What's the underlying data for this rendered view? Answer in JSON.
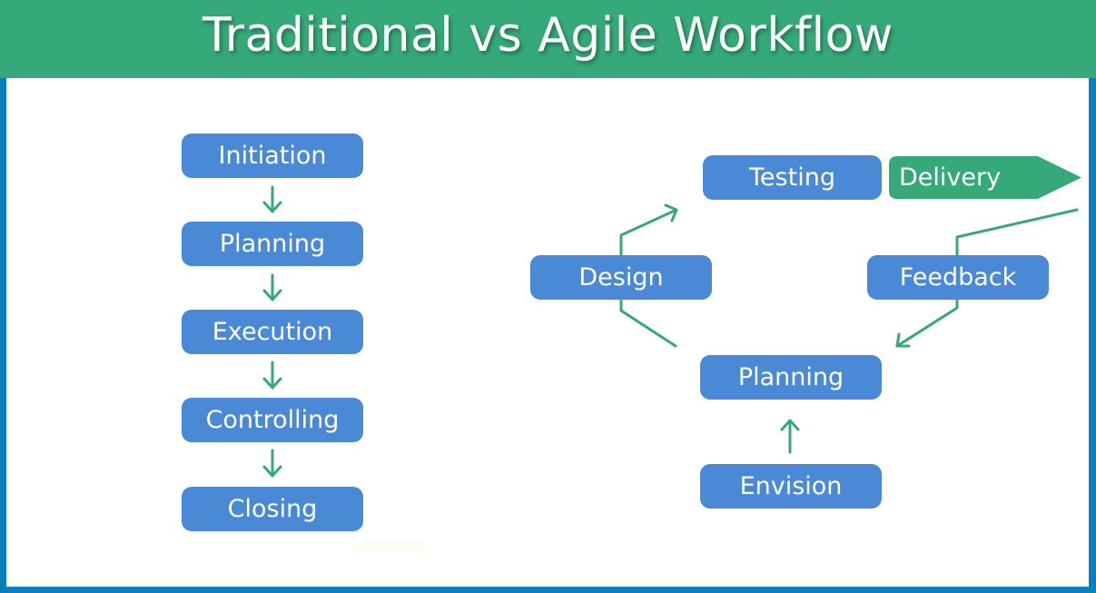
{
  "header": {
    "title": "Traditional vs Agile Workflow"
  },
  "colors": {
    "header_bg": "#35a97a",
    "frame": "#0a7fb8",
    "box": "#4a89d6",
    "arrow": "#35a97a",
    "delivery": "#35a97a"
  },
  "traditional": {
    "steps": [
      {
        "label": "Initiation"
      },
      {
        "label": "Planning"
      },
      {
        "label": "Execution"
      },
      {
        "label": "Controlling"
      },
      {
        "label": "Closing"
      }
    ],
    "arrow_icon": "arrow-down"
  },
  "agile": {
    "envision": "Envision",
    "planning": "Planning",
    "design": "Design",
    "testing": "Testing",
    "feedback": "Feedback",
    "delivery": "Delivery",
    "arrow_icon": "arrow-up"
  }
}
